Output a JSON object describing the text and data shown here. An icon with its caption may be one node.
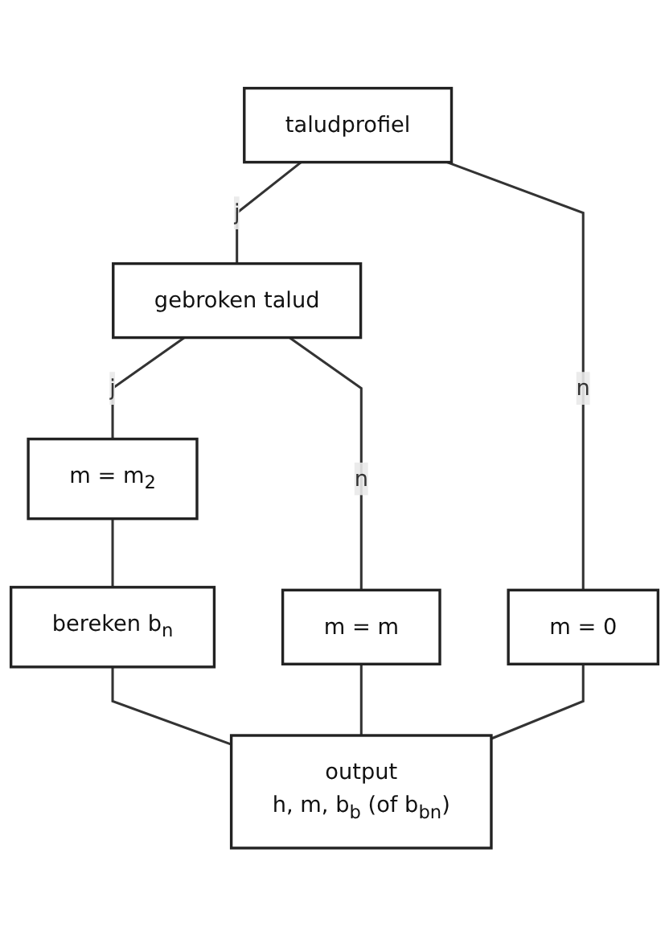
{
  "diagram": {
    "nodes": [
      {
        "text": [
          "taludprofiel"
        ]
      },
      {
        "text": [
          "gebroken talud"
        ]
      },
      {
        "text": [
          "m = 0"
        ]
      },
      {
        "text": [
          "m = m$_{2}$"
        ]
      },
      {
        "text": [
          "m = m"
        ]
      },
      {
        "text": [
          "bereken b$_{n}$"
        ]
      },
      {
        "text": [
          "output",
          "h, m, b$_{b}$ (of b$_{bn}$)"
        ]
      }
    ],
    "edges": [
      {
        "from": 0,
        "to": 1,
        "arrow": "none",
        "label": "j"
      },
      {
        "from": 0,
        "to": 2,
        "arrow": "none",
        "label": "n"
      },
      {
        "from": 1,
        "to": 3,
        "arrow": "none",
        "label": "j"
      },
      {
        "from": 1,
        "to": 4,
        "arrow": "none",
        "label": "n"
      },
      {
        "from": 3,
        "to": 5,
        "arrow": "none"
      },
      {
        "from": 5,
        "to": 6,
        "arrow": "none"
      },
      {
        "from": 4,
        "to": 6,
        "arrow": "none"
      },
      {
        "from": 2,
        "to": 6,
        "arrow": "none"
      }
    ]
  }
}
